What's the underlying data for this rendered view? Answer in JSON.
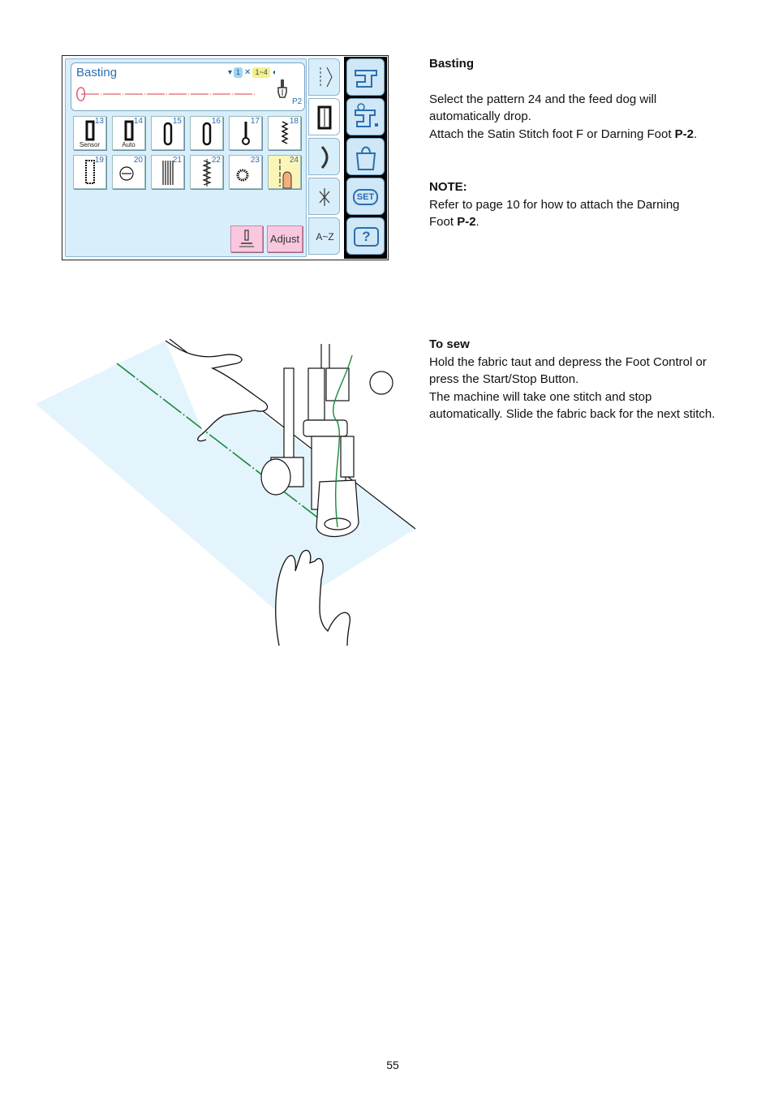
{
  "screen": {
    "title": "Basting",
    "status_chips": [
      "1",
      "1~4"
    ],
    "foot_label": "P2",
    "patterns": [
      {
        "number": "13",
        "sub": "Sensor",
        "icon": "buttonhole-sensor-icon"
      },
      {
        "number": "14",
        "sub": "Auto",
        "icon": "buttonhole-auto-icon"
      },
      {
        "number": "15",
        "sub": "",
        "icon": "buttonhole-round-icon"
      },
      {
        "number": "16",
        "sub": "",
        "icon": "buttonhole-keyhole-icon"
      },
      {
        "number": "17",
        "sub": "",
        "icon": "buttonhole-keyhole-round-icon"
      },
      {
        "number": "18",
        "sub": "",
        "icon": "buttonhole-stretch-icon"
      },
      {
        "number": "19",
        "sub": "",
        "icon": "buttonhole-bar-icon"
      },
      {
        "number": "20",
        "sub": "",
        "icon": "eyelet-arrow-icon"
      },
      {
        "number": "21",
        "sub": "",
        "icon": "darning-icon"
      },
      {
        "number": "22",
        "sub": "",
        "icon": "bar-tack-icon"
      },
      {
        "number": "23",
        "sub": "",
        "icon": "eyelet-icon"
      },
      {
        "number": "24",
        "sub": "",
        "icon": "basting-stitch-icon",
        "selected": true
      }
    ],
    "adjust_label": "Adjust",
    "az_label": "A~Z",
    "set_label": "SET",
    "help_label": "?"
  },
  "basting": {
    "heading": "Basting",
    "line1": "Select the pattern 24 and the feed dog will",
    "line2": "automatically drop.",
    "line3_pre": "Attach the Satin Stitch foot F or Darning Foot ",
    "line3_bold": "P-2",
    "line3_post": "."
  },
  "note": {
    "heading": "NOTE:",
    "line1": "Refer to page 10 for how to attach the Darning",
    "line2_pre": "Foot ",
    "line2_bold": "P-2",
    "line2_post": "."
  },
  "to_sew": {
    "heading": "To sew",
    "line1": "Hold the fabric taut and depress the Foot Control or",
    "line2": "press the Start/Stop Button.",
    "line3": "The machine will take one stitch and stop",
    "line4": "automatically.  Slide the fabric back for the next stitch."
  },
  "page_number": "55",
  "colors": {
    "screen_bg": "#d8eefb",
    "title_blue": "#2a6fb0",
    "selected_yellow": "#fbf6b8",
    "button_pink": "#f9c8de",
    "fabric": "#e3f4fc",
    "thread_green": "#1a8a3a"
  }
}
